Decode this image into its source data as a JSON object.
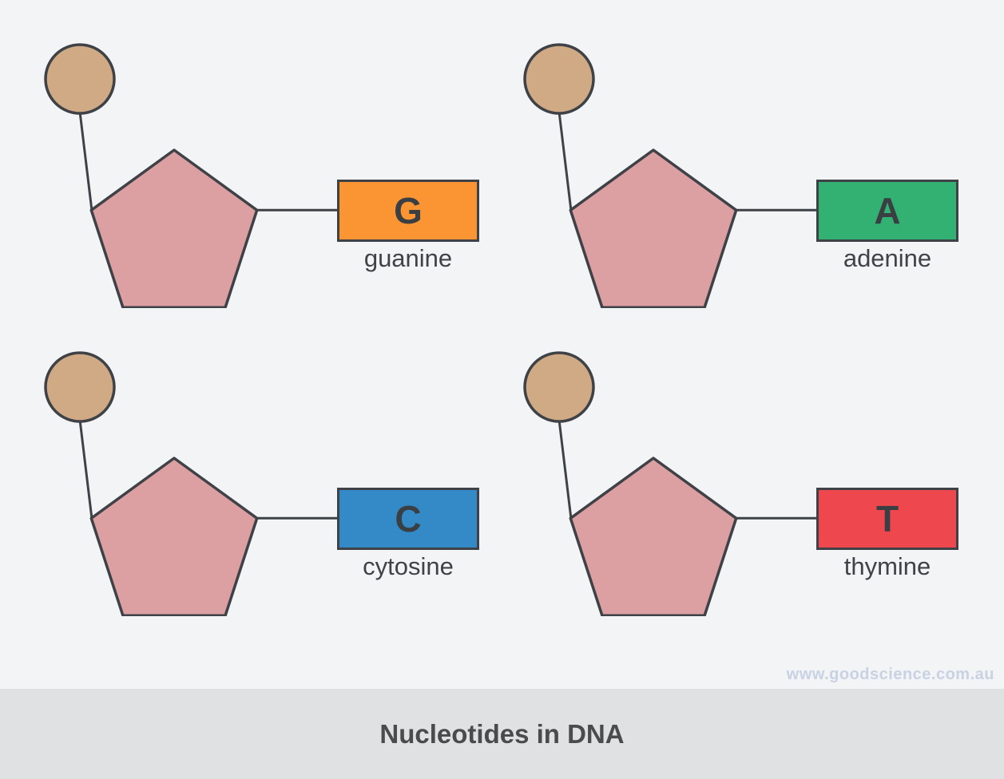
{
  "title": "Nucleotides in DNA",
  "watermark": "www.goodscience.com.au",
  "colors": {
    "background": "#f3f4f6",
    "footer_band": "#e0e1e3",
    "outline": "#3e4247",
    "phosphate": "#cfaa84",
    "sugar": "#dda0a2",
    "letter_text": "#3a3f44",
    "label_text": "#3f4347",
    "title_text": "#4a4b4d",
    "watermark": "#c9d2e2"
  },
  "nucleotides": [
    {
      "letter": "G",
      "name": "guanine",
      "color": "#fb9534"
    },
    {
      "letter": "A",
      "name": "adenine",
      "color": "#33b173"
    },
    {
      "letter": "C",
      "name": "cytosine",
      "color": "#348ac7"
    },
    {
      "letter": "T",
      "name": "thymine",
      "color": "#ee474d"
    }
  ]
}
